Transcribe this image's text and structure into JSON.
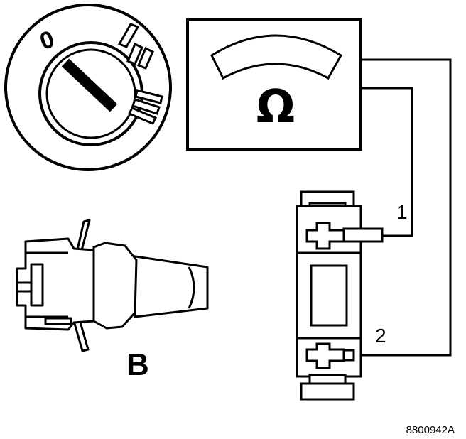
{
  "labels": {
    "connector": "B",
    "wire_1": "1",
    "wire_2": "2",
    "meter_unit": "Ω",
    "dial_position": "0",
    "ref_code": "8800942A"
  },
  "colors": {
    "ink": "#000000",
    "paper": "#ffffff"
  }
}
